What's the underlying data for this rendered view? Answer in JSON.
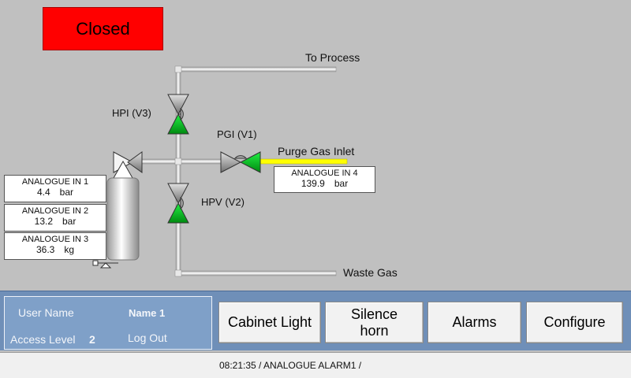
{
  "status": {
    "text": "Closed",
    "color": "#ff0000"
  },
  "labels": {
    "to_process": "To Process",
    "hpi": "HPI (V3)",
    "pgi": "PGI (V1)",
    "purge_gas_inlet": "Purge Gas Inlet",
    "hpv": "HPV (V2)",
    "waste_gas": "Waste Gas"
  },
  "analogues": [
    {
      "title": "ANALOGUE  IN 1",
      "value": "4.4",
      "unit": "bar"
    },
    {
      "title": "ANALOGUE IN 2",
      "value": "13.2",
      "unit": "bar"
    },
    {
      "title": "ANALOGUE IN 3",
      "value": "36.3",
      "unit": "kg"
    },
    {
      "title": "ANALOGUE IN 4",
      "value": "139.9",
      "unit": "bar"
    }
  ],
  "user": {
    "user_name_label": "User Name",
    "user_name": "Name 1",
    "access_level_label": "Access Level",
    "access_level": "2",
    "logout": "Log Out"
  },
  "buttons": {
    "cabinet_light": "Cabinet Light",
    "silence_horn_1": "Silence",
    "silence_horn_2": "horn",
    "alarms": "Alarms",
    "configure": "Configure"
  },
  "statusbar": {
    "text": "08:21:35  / ANALOGUE ALARM1 /"
  },
  "colors": {
    "valve_green": "#00cc22",
    "purge_line": "#ffff00",
    "footer": "#6f8fb8"
  }
}
